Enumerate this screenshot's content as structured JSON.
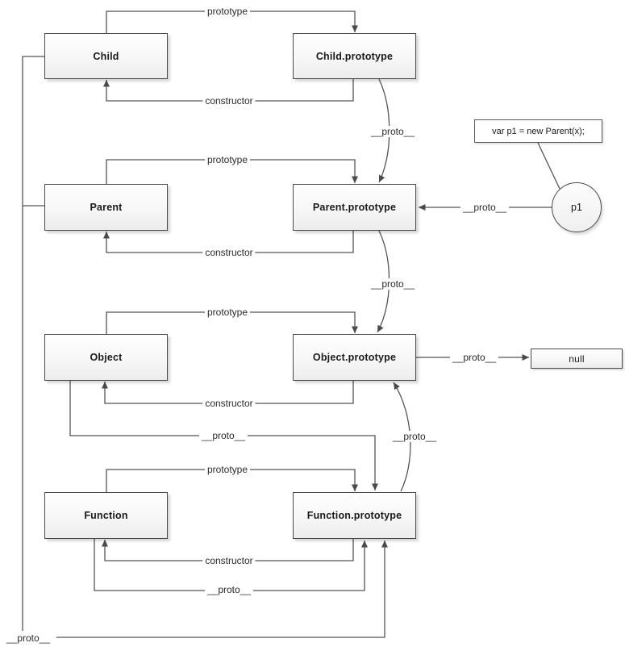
{
  "diagram": {
    "boxes": {
      "child": "Child",
      "child_prototype": "Child.prototype",
      "parent": "Parent",
      "parent_prototype": "Parent.prototype",
      "object": "Object",
      "object_prototype": "Object.prototype",
      "function": "Function",
      "function_prototype": "Function.prototype",
      "null_value": "null"
    },
    "note": "var p1 = new Parent(x);",
    "instance": "p1",
    "labels": {
      "prototype": "prototype",
      "constructor": "constructor",
      "proto": "__proto__"
    },
    "colors": {
      "line": "#555555",
      "border": "#4a4a4a",
      "text": "#1a1a1a"
    }
  }
}
